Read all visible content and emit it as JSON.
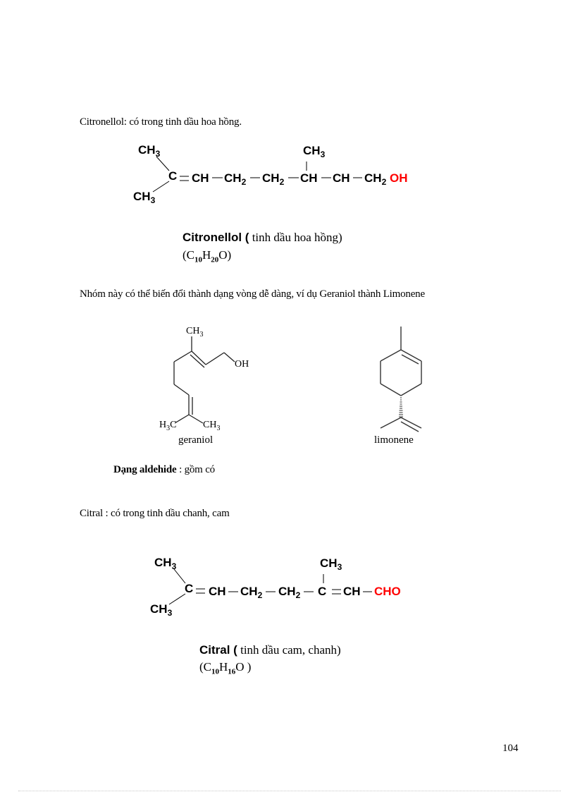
{
  "page": {
    "page_number": "104"
  },
  "citronellol_section": {
    "intro": "Citronellol: có trong tinh dầu hoa hồng.",
    "formula": {
      "ch3_top_left": "CH",
      "ch3_top_left_sub": "3",
      "ch3_bottom_left": "CH",
      "ch3_bottom_left_sub": "3",
      "c": "C",
      "eq": "=",
      "ch1": "CH",
      "ch2a": "CH",
      "ch2a_sub": "2",
      "ch2b": "CH",
      "ch2b_sub": "2",
      "ch_branch": "CH",
      "ch3_branch": "CH",
      "ch3_branch_sub": "3",
      "ch_next": "CH",
      "ch2_end": "CH",
      "ch2_end_sub": "2",
      "functional_group": "OH"
    },
    "caption_bold": "Citronellol (",
    "caption_rest": " tinh dầu hoa hồng)",
    "molecular_formula": {
      "open": "(C",
      "c_sub": "10",
      "h": "H",
      "h_sub": "20",
      "close": "O)"
    }
  },
  "cyclization_note": "Nhóm này có thể biến đổi thành dạng vòng dễ dàng, ví dụ Geraniol thành Limonene",
  "structures": {
    "geraniol": {
      "label": "geraniol",
      "ch3_top": "CH",
      "ch3_top_sub": "3",
      "oh": "OH",
      "h3c_left": "H",
      "h3c_left_sub": "3",
      "h3c_left_c": "C",
      "ch3_right": "CH",
      "ch3_right_sub": "3"
    },
    "limonene": {
      "label": "limonene"
    }
  },
  "aldehyde_section": {
    "heading_bold": "Dạng aldehide",
    "heading_rest": " : gồm có",
    "intro": "Citral : có trong tinh dầu  chanh,  cam",
    "formula": {
      "ch3_top_left": "CH",
      "ch3_top_left_sub": "3",
      "ch3_bottom_left": "CH",
      "ch3_bottom_left_sub": "3",
      "c": "C",
      "ch1": "CH",
      "ch2a": "CH",
      "ch2a_sub": "2",
      "ch2b": "CH",
      "ch2b_sub": "2",
      "c_branch": "C",
      "ch3_branch": "CH",
      "ch3_branch_sub": "3",
      "ch_next": "CH",
      "functional_group": "CHO"
    },
    "caption_bold": "Citral (",
    "caption_rest": " tinh dầu cam, chanh)",
    "molecular_formula": {
      "open": "(C",
      "c_sub": "10",
      "h": "H",
      "h_sub": "16",
      "close": "O )"
    }
  },
  "colors": {
    "functional_group": "#ff0000",
    "text": "#000000"
  }
}
